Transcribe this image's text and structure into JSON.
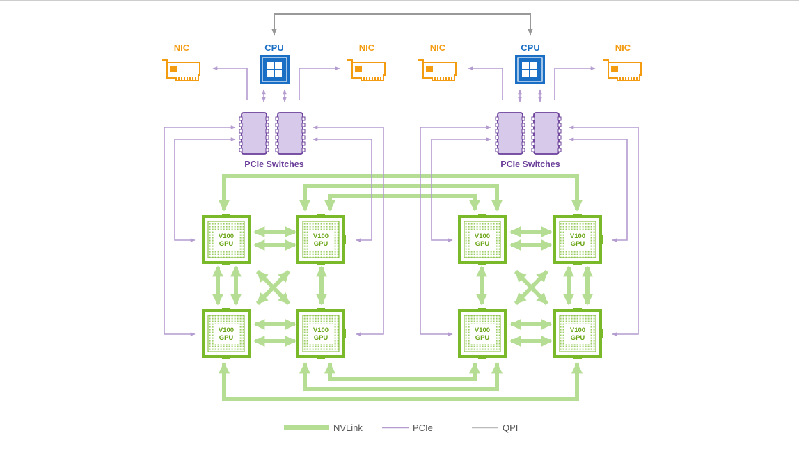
{
  "labels": {
    "nic": "NIC",
    "cpu": "CPU",
    "pcie_switches": "PCIe Switches",
    "gpu_model": "V100",
    "gpu": "GPU"
  },
  "legend": {
    "nvlink": "NVLink",
    "pcie": "PCIe",
    "qpi": "QPI"
  },
  "colors": {
    "nvlink": "#b5dd94",
    "pcie": "#b49bd0",
    "qpi": "#999999",
    "cpu": "#1a6fc4",
    "nic": "#f39c12",
    "pcie_switch_fill": "#d7c9e9",
    "pcie_switch_stroke": "#6a3e99",
    "gpu": "#7ab929"
  }
}
